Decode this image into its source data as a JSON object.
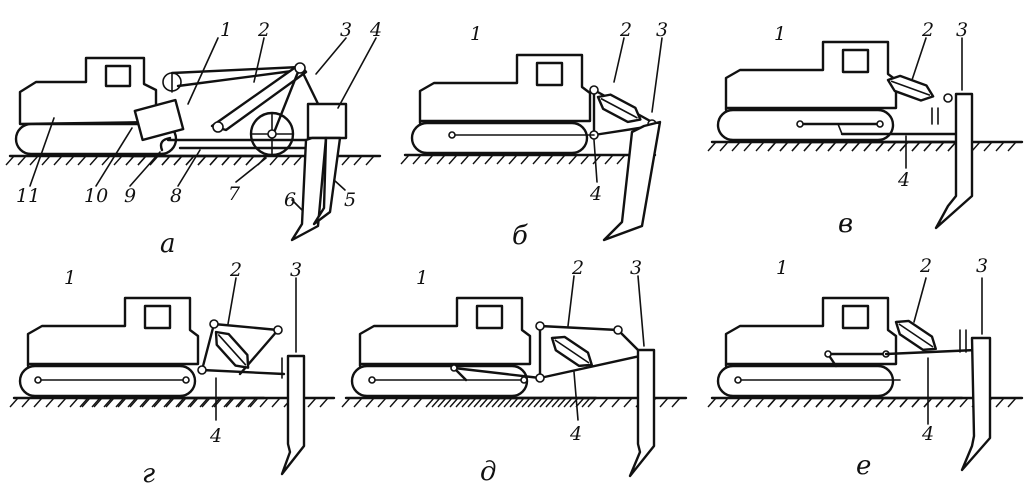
{
  "panels": [
    {
      "id": "a",
      "caption": "а",
      "numbers": [
        "1",
        "2",
        "3",
        "4",
        "5",
        "6",
        "7",
        "8",
        "9",
        "10",
        "11"
      ]
    },
    {
      "id": "b",
      "caption": "б",
      "numbers": [
        "1",
        "2",
        "3",
        "4"
      ]
    },
    {
      "id": "v",
      "caption": "в",
      "numbers": [
        "1",
        "2",
        "3",
        "4"
      ]
    },
    {
      "id": "g",
      "caption": "г",
      "numbers": [
        "1",
        "2",
        "3",
        "4"
      ]
    },
    {
      "id": "d",
      "caption": "д",
      "numbers": [
        "1",
        "2",
        "3",
        "4"
      ]
    },
    {
      "id": "e",
      "caption": "е",
      "numbers": [
        "1",
        "2",
        "3",
        "4"
      ]
    }
  ],
  "style": {
    "line_color": "#111111",
    "background": "#ffffff"
  }
}
